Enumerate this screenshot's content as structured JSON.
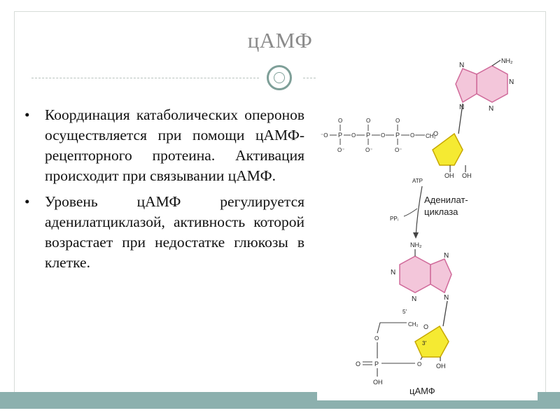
{
  "slide": {
    "title": "цАМФ",
    "bullets": [
      "Координация катаболических оперонов осуществляется при помощи цАМФ-рецепторного протеина. Активация происходит при связывании цАМФ.",
      "Уровень цАМФ регулируется аденилатциклазой, активность которой возрастает при недостатке глюкозы в клетке."
    ],
    "bullet_marker": "•"
  },
  "figure": {
    "atp_label": "ATP",
    "pp_label": "PPᵢ",
    "enzyme_label_line1": "Аденилат-",
    "enzyme_label_line2": "циклаза",
    "product_label": "цАМФ",
    "nh2": "NH₂",
    "n": "N",
    "o": "O",
    "oh": "OH",
    "o_minus": "⁻O",
    "o_minus_b": "O⁻",
    "p": "P",
    "ch2": "CH₂",
    "pos5": "5′",
    "pos3": "3′",
    "colors": {
      "purine_fill": "#f3c6da",
      "purine_stroke": "#d06a9a",
      "n_color": "#3b5bb5",
      "ribose_fill": "#f5ea32",
      "bond": "#444444",
      "o_color": "#c0392b",
      "accent": "#8cb0ae"
    }
  }
}
